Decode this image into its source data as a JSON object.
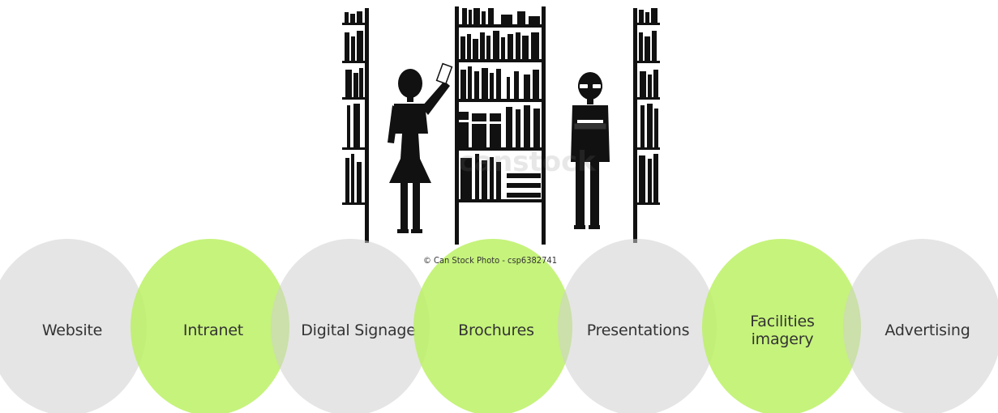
{
  "illustration": {
    "icon": "library-bookshelves-people",
    "watermark": "canstock",
    "copyright": "© Can Stock Photo - csp6382741"
  },
  "circles": [
    {
      "label": "Website",
      "color": "grey"
    },
    {
      "label": "Intranet",
      "color": "green"
    },
    {
      "label": "Digital Signage",
      "color": "grey"
    },
    {
      "label": "Brochures",
      "color": "green"
    },
    {
      "label": "Presentations",
      "color": "grey"
    },
    {
      "label": "Facilities\nimagery",
      "color": "green"
    },
    {
      "label": "Advertising",
      "color": "grey"
    }
  ],
  "colors": {
    "grey_circle": "#d0d0d0",
    "green_circle": "#baf05f",
    "ink": "#111111"
  }
}
